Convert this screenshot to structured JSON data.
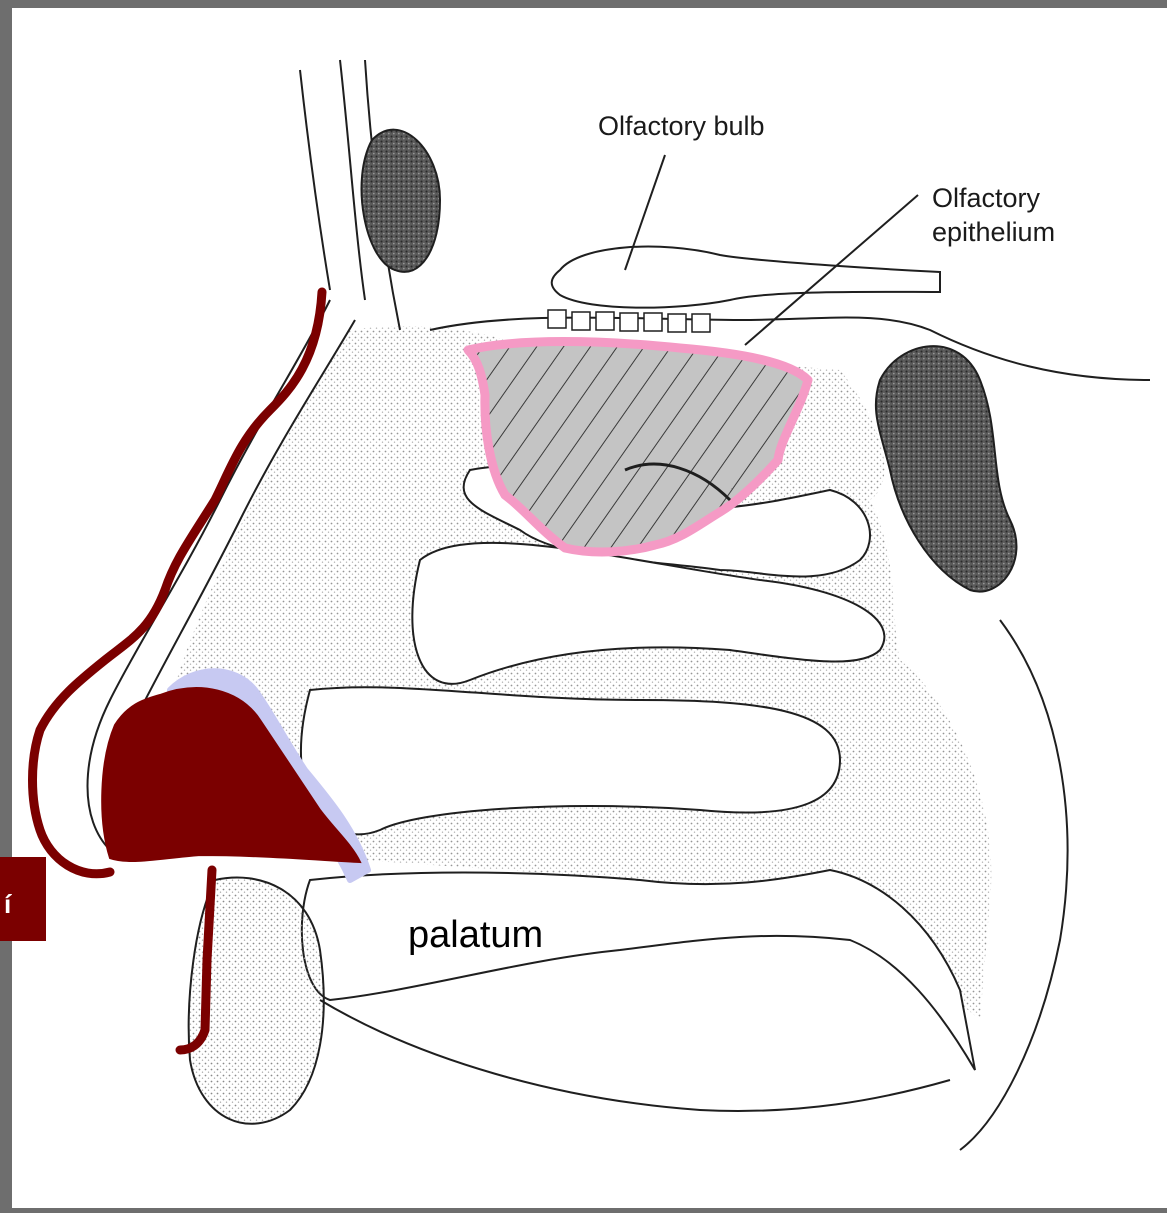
{
  "labels": {
    "olfactory_bulb": "Olfactory bulb",
    "olfactory_epithelium_line1": "Olfactory",
    "olfactory_epithelium_line2": "epithelium",
    "palatum": "palatum",
    "side_tab_text": "í"
  },
  "colors": {
    "frame": "#6e6e6e",
    "maroon": "#7b0000",
    "pink_outline": "#f59ac5",
    "lavender": "#c7c9f2",
    "ink": "#1f1f1f",
    "stipple": "#8a8a8a"
  }
}
